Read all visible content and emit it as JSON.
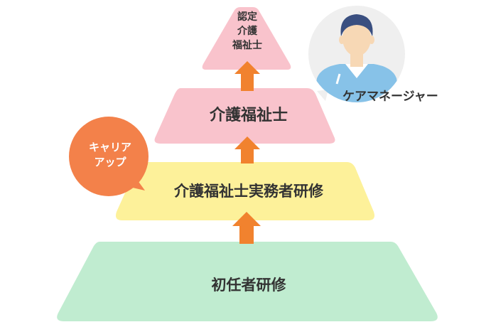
{
  "pyramid": {
    "tiers": [
      {
        "level": 1,
        "label": "初任者研修",
        "color": "#c0ecd0"
      },
      {
        "level": 2,
        "label": "介護福祉士実務者研修",
        "color": "#fdf19a"
      },
      {
        "level": 3,
        "label": "介護福祉士",
        "color": "#f9c3cc"
      },
      {
        "level": 4,
        "label_lines": [
          "認定",
          "介護",
          "福祉士"
        ],
        "color": "#f9c3cc"
      }
    ],
    "arrow_color": "#f1822e"
  },
  "career_bubble": {
    "lines": [
      "キャリア",
      "アップ"
    ],
    "color": "#f3814a"
  },
  "care_manager": {
    "label": "ケアマネージャー",
    "icon": "person-avatar-icon"
  }
}
